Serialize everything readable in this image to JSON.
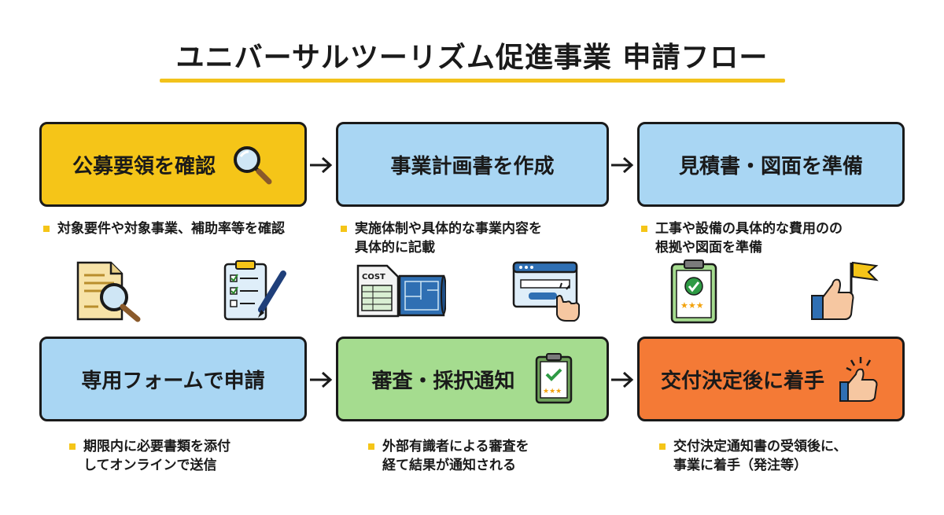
{
  "title": "ユニバーサルツーリズム促進事業 申請フロー",
  "colors": {
    "accent_line": "#f2c21b",
    "yellow": "#f5c518",
    "blue": "#a9d6f3",
    "green": "#a5dc8f",
    "orange": "#f47a36"
  },
  "steps": [
    {
      "label": "公募要領を確認",
      "desc": "対象要件や対象事業、補助率等を確認",
      "color": "yellow",
      "icons": [
        "magnifier-icon",
        "document-magnifier-icon",
        "checklist-pen-icon"
      ]
    },
    {
      "label": "事業計画書を作成",
      "desc": "実施体制や具体的な事業内容を\n具体的に記載",
      "color": "blue",
      "icons": [
        "cost-sheet-icon",
        "blueprint-icon",
        "web-form-click-icon"
      ]
    },
    {
      "label": "見積書・図面を準備",
      "desc": "工事や設備の具体的な費用のの\n根拠や図面を準備",
      "color": "blue",
      "icons": [
        "approved-clipboard-icon",
        "thumbs-up-flag-icon"
      ]
    },
    {
      "label": "専用フォームで申請",
      "desc": "期限内に必要書類を添付\nしてオンラインで送信",
      "color": "blue",
      "icons": []
    },
    {
      "label": "審査・採択通知",
      "desc": "外部有識者による審査を\n経て結果が通知される",
      "color": "green",
      "icons": [
        "approved-clipboard-icon"
      ]
    },
    {
      "label": "交付決定後に着手",
      "desc": "交付決定通知書の受領後に、\n事業に着手（発注等）",
      "color": "orange",
      "icons": [
        "thumbs-up-spark-icon"
      ]
    }
  ],
  "cost_label": "COST"
}
